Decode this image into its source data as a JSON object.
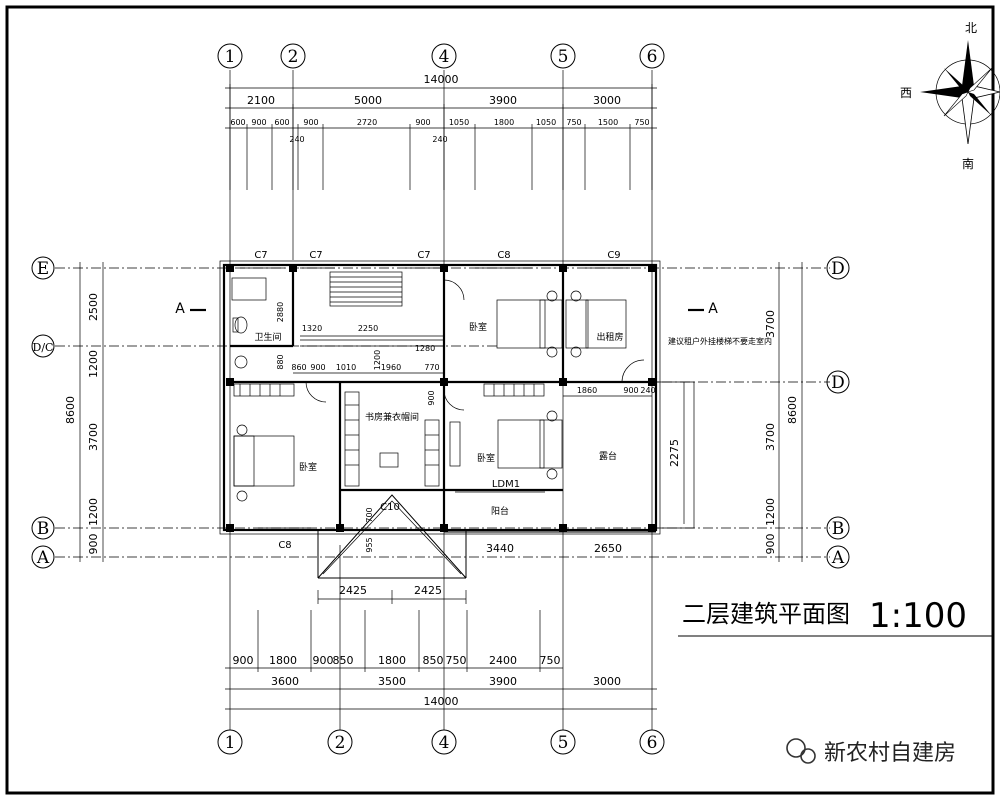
{
  "title": "二层建筑平面图",
  "scale": "1:100",
  "watermark": "新农村自建房",
  "compass": {
    "north": "北",
    "west": "西",
    "south": "南"
  },
  "axes": {
    "top": [
      "1",
      "2",
      "4",
      "5",
      "6"
    ],
    "bottom": [
      "1",
      "2",
      "4",
      "5",
      "6"
    ],
    "left": [
      "E",
      "D/C",
      "B",
      "A"
    ],
    "right": [
      "D",
      "D",
      "B",
      "A"
    ]
  },
  "top_dims": {
    "total": "14000",
    "row1": [
      "2100",
      "5000",
      "3900",
      "3000"
    ],
    "row2": [
      "600",
      "900",
      "600",
      "900",
      "2720",
      "900",
      "1050",
      "1800",
      "1050",
      "750",
      "1500",
      "750"
    ],
    "wall": [
      "240",
      "240"
    ]
  },
  "bottom_dims": {
    "total": "14000",
    "row1": [
      "3600",
      "3500",
      "3900",
      "3000"
    ],
    "row2": [
      "900",
      "1800",
      "900",
      "850",
      "1800",
      "850",
      "750",
      "2400",
      "750"
    ],
    "porch": [
      "2425",
      "2425"
    ]
  },
  "left_dims": {
    "total": "8600",
    "parts": [
      "2500",
      "1200",
      "3700",
      "1200",
      "900"
    ]
  },
  "right_dims": {
    "total": "8600",
    "parts": [
      "3700",
      "3700",
      "1200",
      "900"
    ],
    "inner": "2275"
  },
  "windows": [
    "C7",
    "C7",
    "C7",
    "C8",
    "C9",
    "C8",
    "C10"
  ],
  "door": "LDM1",
  "section": [
    "A",
    "A"
  ],
  "rooms": {
    "bath": "卫生间",
    "study": "书房兼衣帽间",
    "bed_nw": "卧室",
    "bed_mid": "卧室",
    "bed_sw": "卧室",
    "rental": "出租房",
    "terrace": "露台",
    "balcony": "阳台"
  },
  "note": "建议租户外挂楼梯不要走室内",
  "inner_dims": [
    "2880",
    "1320",
    "2250",
    "1280",
    "880",
    "860",
    "900",
    "1010",
    "1960",
    "770",
    "1200",
    "900",
    "1860",
    "900",
    "240",
    "700",
    "955",
    "3440",
    "2650"
  ]
}
